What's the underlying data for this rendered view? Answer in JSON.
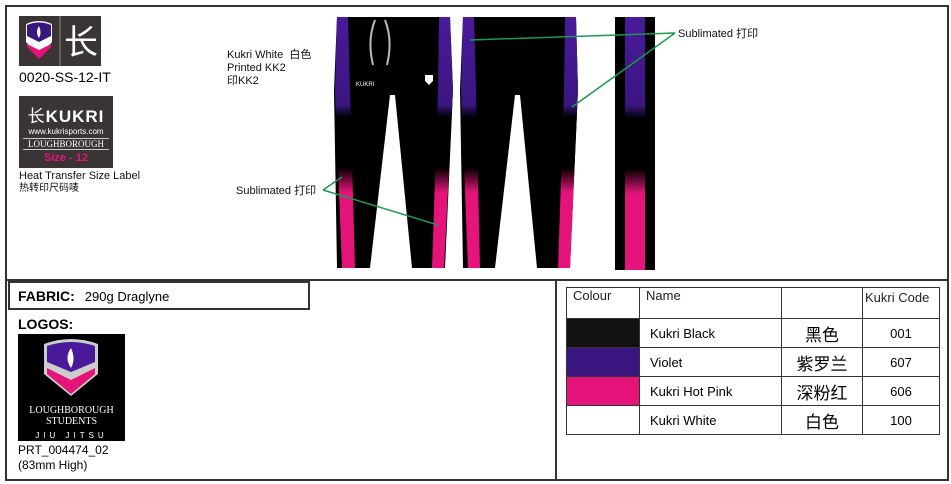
{
  "header": {
    "style_code": "0020-SS-12-IT",
    "size_label": {
      "brand": "KUKRI",
      "website": "www.kukrisports.com",
      "club": "LOUGHBOROUGH",
      "size": "Size - 12",
      "caption_en": "Heat Transfer Size Label",
      "caption_cn": "热转印尺码唛"
    }
  },
  "annotations": {
    "logo_print_en": "Kukri White",
    "logo_print_cn": "白色",
    "printed": "Printed KK2",
    "printed_cn": "印KK2",
    "sublimated_front": "Sublimated  打印",
    "sublimated_back": "Sublimated  打印"
  },
  "fabric": {
    "label": "FABRIC:",
    "value": "290g Draglyne"
  },
  "logos": {
    "label": "LOGOS:",
    "logo_text_1": "LOUGHBOROUGH",
    "logo_text_2": "STUDENTS",
    "logo_text_3": "JIU JITSU",
    "ref": "PRT_004474_02",
    "size": "(83mm High)"
  },
  "colour_table": {
    "headers": [
      "Colour",
      "Name",
      "",
      "Kukri Code"
    ],
    "rows": [
      {
        "swatch": "#141111",
        "name": "Kukri Black",
        "cn": "黑色",
        "code": "001"
      },
      {
        "swatch": "#3a1680",
        "name": "Violet",
        "cn": "紫罗兰",
        "code": "607"
      },
      {
        "swatch": "#e5147a",
        "name": "Kukri Hot Pink",
        "cn": "深粉红",
        "code": "606"
      },
      {
        "swatch": "#ffffff",
        "name": "Kukri White",
        "cn": "白色",
        "code": "100"
      }
    ]
  }
}
